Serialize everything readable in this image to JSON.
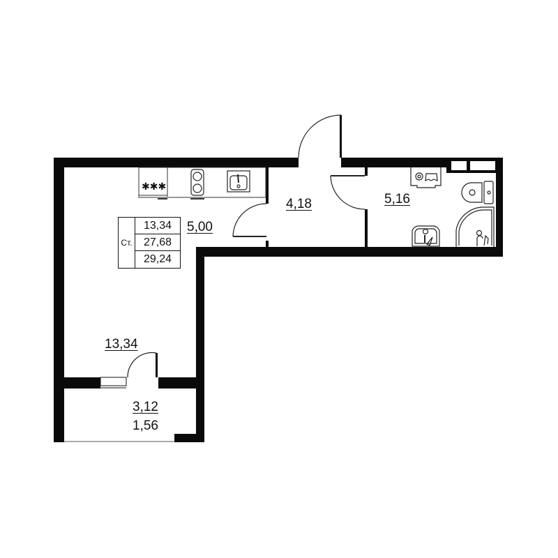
{
  "plan": {
    "type": "apartment floor plan",
    "wall_color": "#0a0a0a",
    "background": "#ffffff"
  },
  "area_table": {
    "label": "Ст.",
    "values": [
      "13,34",
      "27,68",
      "29,24"
    ]
  },
  "rooms": [
    {
      "name": "living-room",
      "area": "13,34"
    },
    {
      "name": "kitchen",
      "area": "5,00"
    },
    {
      "name": "hallway",
      "area": "4,18"
    },
    {
      "name": "bathroom",
      "area": "5,16"
    },
    {
      "name": "balcony",
      "area": "3,12",
      "reduced_area": "1,56"
    }
  ],
  "fixtures": {
    "kitchen": [
      "stove-burners",
      "cooktop",
      "kitchen-sink"
    ],
    "bathroom": [
      "washing-machine",
      "toilet",
      "shower-cabin",
      "washbasin"
    ]
  }
}
